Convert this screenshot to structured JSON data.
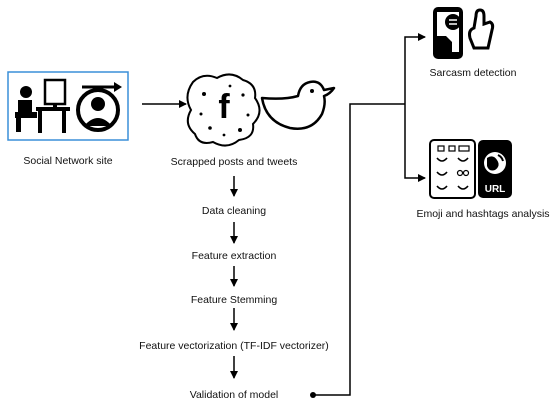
{
  "sources": {
    "social_network_label": "Social Network site",
    "posts_label": "Scrapped posts and tweets",
    "facebook_letter": "f"
  },
  "pipeline": {
    "steps": [
      "Data cleaning",
      "Feature extraction",
      "Feature Stemming",
      "Feature vectorization (TF-IDF vectorizer)",
      "Validation of model"
    ]
  },
  "outputs": {
    "sarcasm_label": "Sarcasm detection",
    "emoji_label": "Emoji and hashtags analysis",
    "url_badge": "URL"
  },
  "colors": {
    "stroke": "#000000",
    "frame_blue": "#3a8fd8",
    "fill": "#000000"
  },
  "icons": [
    "desktop-user-icon",
    "clock-avatar-icon",
    "facebook-icon",
    "twitter-bird-icon",
    "sarcasm-phone-icon",
    "emoji-hashtag-phone-icon",
    "url-globe-icon"
  ]
}
